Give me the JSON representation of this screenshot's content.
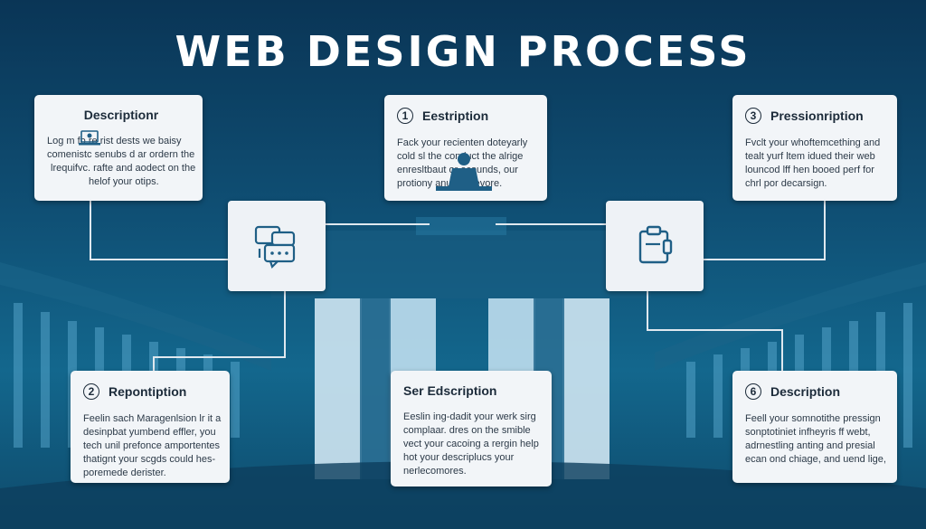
{
  "title": "WEB DESIGN PROCESS",
  "colors": {
    "accent": "#1f5f86",
    "card": "#f2f5f8",
    "line": "#dfe8ef"
  },
  "cards": [
    {
      "number": "",
      "heading": "Descriptionr",
      "lines": [
        "Log m fo re rist dests we baisy",
        "comenistc senubs d ar ordern the",
        "lrequifvc. rafte and aodect on the",
        "helof your otips."
      ]
    },
    {
      "number": "1",
      "heading": "Eestription",
      "lines": [
        "Fack your recienten doteyarly",
        "cold sl the conduct the alrige",
        "enresltbaut or ecounds, our",
        "protiony anu genrevore."
      ]
    },
    {
      "number": "3",
      "heading": "Pressionription",
      "lines": [
        "Fvclt your whoftemcething and",
        "tealt yurf ltem idued their web",
        "louncod lff hen booed perf for",
        "chrl por decarsign."
      ]
    },
    {
      "number": "2",
      "heading": "Repontiption",
      "lines": [
        "Feelin sach Maragenlsion lr it a",
        "desinpbat yumbend effler, you",
        "tech unil prefonce amportentes",
        "thatignt your scgds could hes-",
        "poremede derister."
      ]
    },
    {
      "number": "",
      "heading": "Ser Edscription",
      "lines": [
        "Eeslin ing-dadit your werk sirg",
        "complaar. dres on the smible",
        "vect your cacoing a rergin help",
        "hot your descriplucs your",
        "nerlecomores."
      ]
    },
    {
      "number": "6",
      "heading": "Description",
      "lines": [
        "Feell your somnotithe pressign",
        "sonptotiniet infheyris ff webt,",
        "adrnestling anting and presial",
        "ecan ond chiage, and uend lige,"
      ]
    }
  ],
  "icons": [
    "chat-bubbles-icon",
    "clipboard-icon",
    "laptop-user-icon"
  ]
}
